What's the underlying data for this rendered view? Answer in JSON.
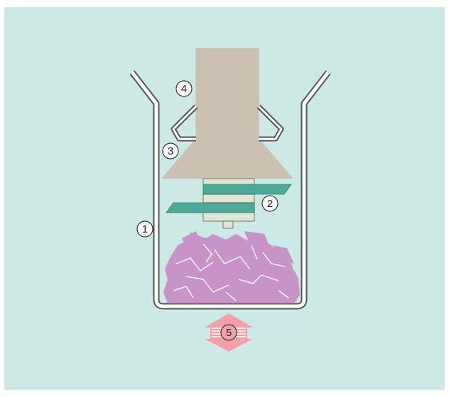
{
  "colors": {
    "background": "#cce9e6",
    "container_outline": "#555555",
    "container_fill": "#ffffff",
    "probe_body": "#ccc1b0",
    "rotor_disc": "#4bab98",
    "rotor_core": "#dde8d4",
    "sample": "#c894c8",
    "sample_cracks": "#ffffff",
    "arrow": "#f4a0a8",
    "arrow_lines": "#ffffff",
    "label_circle": "#ffffff",
    "label_text": "#222222"
  },
  "labels": {
    "one": "1",
    "two": "2",
    "three": "3",
    "four": "4",
    "five": "5"
  }
}
